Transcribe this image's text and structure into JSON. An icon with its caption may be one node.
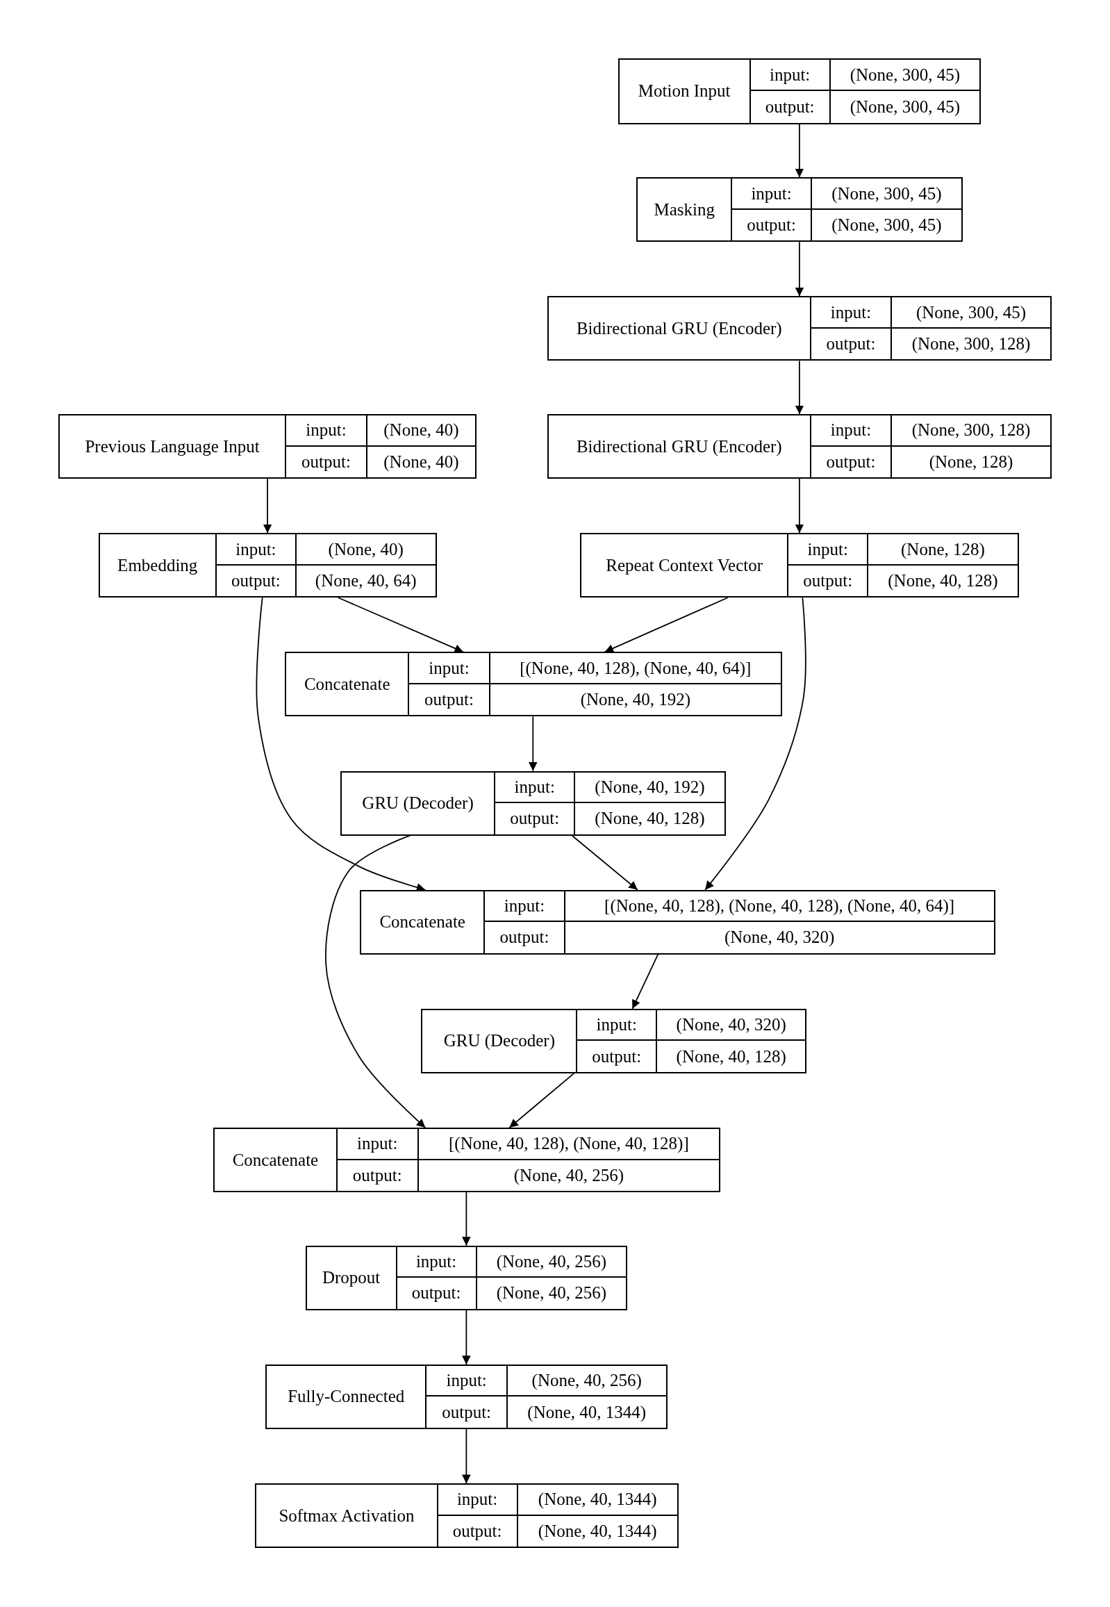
{
  "diagram": {
    "nodes": [
      {
        "text": [
          "Motion Input",
          "input:",
          "(None, 300, 45)",
          "output:",
          "(None, 300, 45)"
        ]
      },
      {
        "text": [
          "Masking",
          "input:",
          "(None, 300, 45)",
          "output:",
          "(None, 300, 45)"
        ]
      },
      {
        "text": [
          "Bidirectional GRU (Encoder)",
          "input:",
          "(None, 300, 45)",
          "output:",
          "(None, 300, 128)"
        ]
      },
      {
        "text": [
          "Previous Language Input",
          "input:",
          "(None, 40)",
          "output:",
          "(None, 40)"
        ]
      },
      {
        "text": [
          "Bidirectional GRU (Encoder)",
          "input:",
          "(None, 300, 128)",
          "output:",
          "(None, 128)"
        ]
      },
      {
        "text": [
          "Embedding",
          "input:",
          "(None, 40)",
          "output:",
          "(None, 40, 64)"
        ]
      },
      {
        "text": [
          "Repeat Context Vector",
          "input:",
          "(None, 128)",
          "output:",
          "(None, 40, 128)"
        ]
      },
      {
        "text": [
          "Concatenate",
          "input:",
          "[(None, 40, 128), (None, 40, 64)]",
          "output:",
          "(None, 40, 192)"
        ]
      },
      {
        "text": [
          "GRU (Decoder)",
          "input:",
          "(None, 40, 192)",
          "output:",
          "(None, 40, 128)"
        ]
      },
      {
        "text": [
          "Concatenate",
          "input:",
          "[(None, 40, 128), (None, 40, 128), (None, 40, 64)]",
          "output:",
          "(None, 40, 320)"
        ]
      },
      {
        "text": [
          "GRU (Decoder)",
          "input:",
          "(None, 40, 320)",
          "output:",
          "(None, 40, 128)"
        ]
      },
      {
        "text": [
          "Concatenate",
          "input:",
          "[(None, 40, 128), (None, 40, 128)]",
          "output:",
          "(None, 40, 256)"
        ]
      },
      {
        "text": [
          "Dropout",
          "input:",
          "(None, 40, 256)",
          "output:",
          "(None, 40, 256)"
        ]
      },
      {
        "text": [
          "Fully-Connected",
          "input:",
          "(None, 40, 256)",
          "output:",
          "(None, 40, 1344)"
        ]
      },
      {
        "text": [
          "Softmax Activation",
          "input:",
          "(None, 40, 1344)",
          "output:",
          "(None, 40, 1344)"
        ]
      }
    ],
    "edges": [
      {
        "from": 0,
        "to": 1,
        "arrow": "to"
      },
      {
        "from": 1,
        "to": 2,
        "arrow": "to"
      },
      {
        "from": 2,
        "to": 4,
        "arrow": "to"
      },
      {
        "from": 3,
        "to": 5,
        "arrow": "to"
      },
      {
        "from": 4,
        "to": 6,
        "arrow": "to"
      },
      {
        "from": 5,
        "to": 7,
        "arrow": "to"
      },
      {
        "from": 6,
        "to": 7,
        "arrow": "to"
      },
      {
        "from": 7,
        "to": 8,
        "arrow": "to"
      },
      {
        "from": 5,
        "to": 9,
        "arrow": "to"
      },
      {
        "from": 8,
        "to": 9,
        "arrow": "to"
      },
      {
        "from": 6,
        "to": 9,
        "arrow": "to"
      },
      {
        "from": 9,
        "to": 10,
        "arrow": "to"
      },
      {
        "from": 8,
        "to": 11,
        "arrow": "to"
      },
      {
        "from": 10,
        "to": 11,
        "arrow": "to"
      },
      {
        "from": 11,
        "to": 12,
        "arrow": "to"
      },
      {
        "from": 12,
        "to": 13,
        "arrow": "to"
      },
      {
        "from": 13,
        "to": 14,
        "arrow": "to"
      }
    ]
  }
}
